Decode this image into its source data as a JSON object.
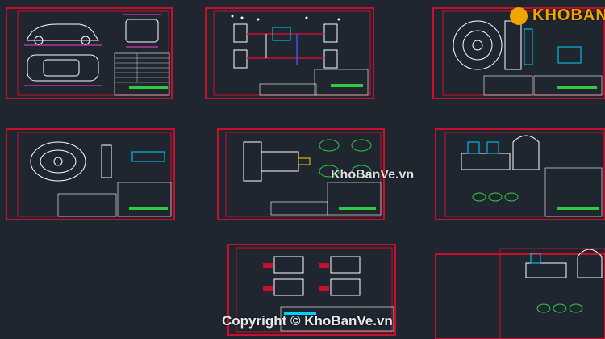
{
  "colors": {
    "background": "#1f2630",
    "frame": "#c8102e",
    "table": "#ffffff",
    "accent_green": "#2ecc40",
    "accent_cyan": "#00d2ff",
    "accent_magenta": "#ff3bd4",
    "accent_yellow": "#ffd200",
    "logo": "#f0a500"
  },
  "watermark_center": "KhoBanVe.vn",
  "watermark_bottom": "Copyright © KhoBanVe.vn",
  "logo_text": "KHOBANVE"
}
